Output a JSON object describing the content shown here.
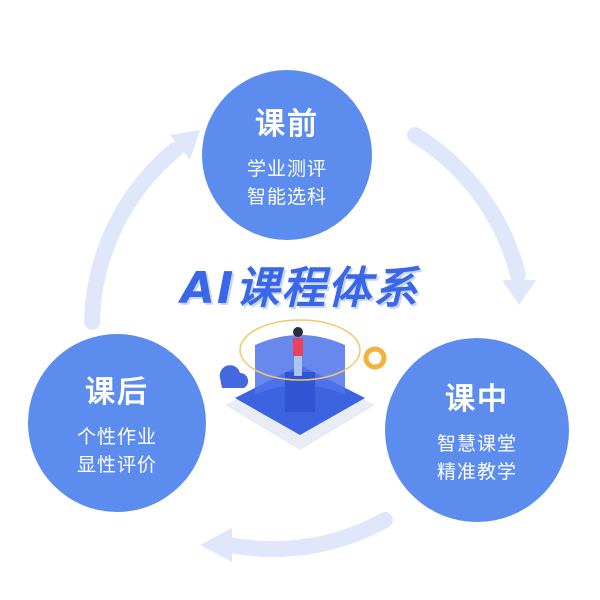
{
  "title": "AI课程体系",
  "nodes": [
    {
      "heading": "课前",
      "lines": [
        "学业测评",
        "智能选科"
      ]
    },
    {
      "heading": "课中",
      "lines": [
        "智慧课堂",
        "精准教学"
      ]
    },
    {
      "heading": "课后",
      "lines": [
        "个性作业",
        "显性评价"
      ]
    }
  ],
  "colors": {
    "circle": "#5b8cee",
    "arrow": "#dfe6fb",
    "title": "#3a66e8"
  }
}
